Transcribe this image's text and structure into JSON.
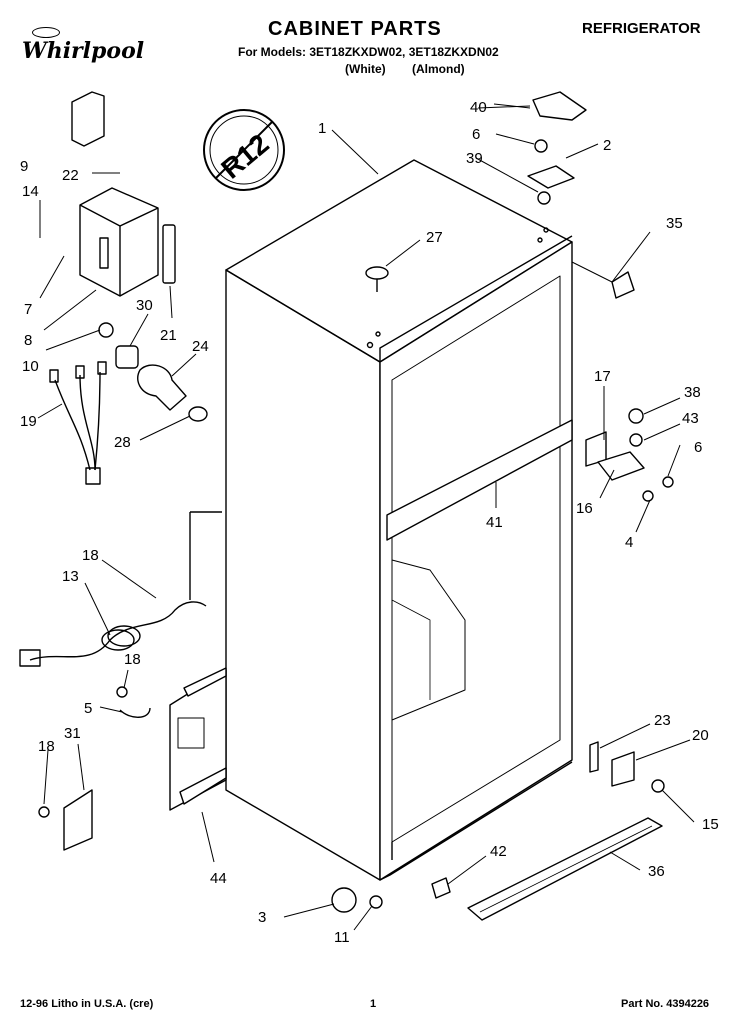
{
  "header": {
    "title": "CABINET PARTS",
    "category": "REFRIGERATOR",
    "models_line": "For Models: 3ET18ZKXDW02, 3ET18ZKXDN02",
    "variant_white": "(White)",
    "variant_almond": "(Almond)",
    "brand": "Whirlpool",
    "badge": "R12"
  },
  "footer": {
    "print_info": "12-96 Litho in U.S.A. (cre)",
    "page_number": "1",
    "part_number": "Part No. 4394226"
  },
  "callouts": {
    "c1": "1",
    "c2": "2",
    "c3": "3",
    "c4": "4",
    "c5": "5",
    "c6a": "6",
    "c6b": "6",
    "c7": "7",
    "c8": "8",
    "c9": "9",
    "c10": "10",
    "c11": "11",
    "c13": "13",
    "c14": "14",
    "c15": "15",
    "c16": "16",
    "c17": "17",
    "c18a": "18",
    "c18b": "18",
    "c18c": "18",
    "c19": "19",
    "c20": "20",
    "c21": "21",
    "c22": "22",
    "c23": "23",
    "c24": "24",
    "c27": "27",
    "c28": "28",
    "c30": "30",
    "c31": "31",
    "c35": "35",
    "c36": "36",
    "c38": "38",
    "c39": "39",
    "c40": "40",
    "c41": "41",
    "c42": "42",
    "c43": "43",
    "c44": "44"
  }
}
